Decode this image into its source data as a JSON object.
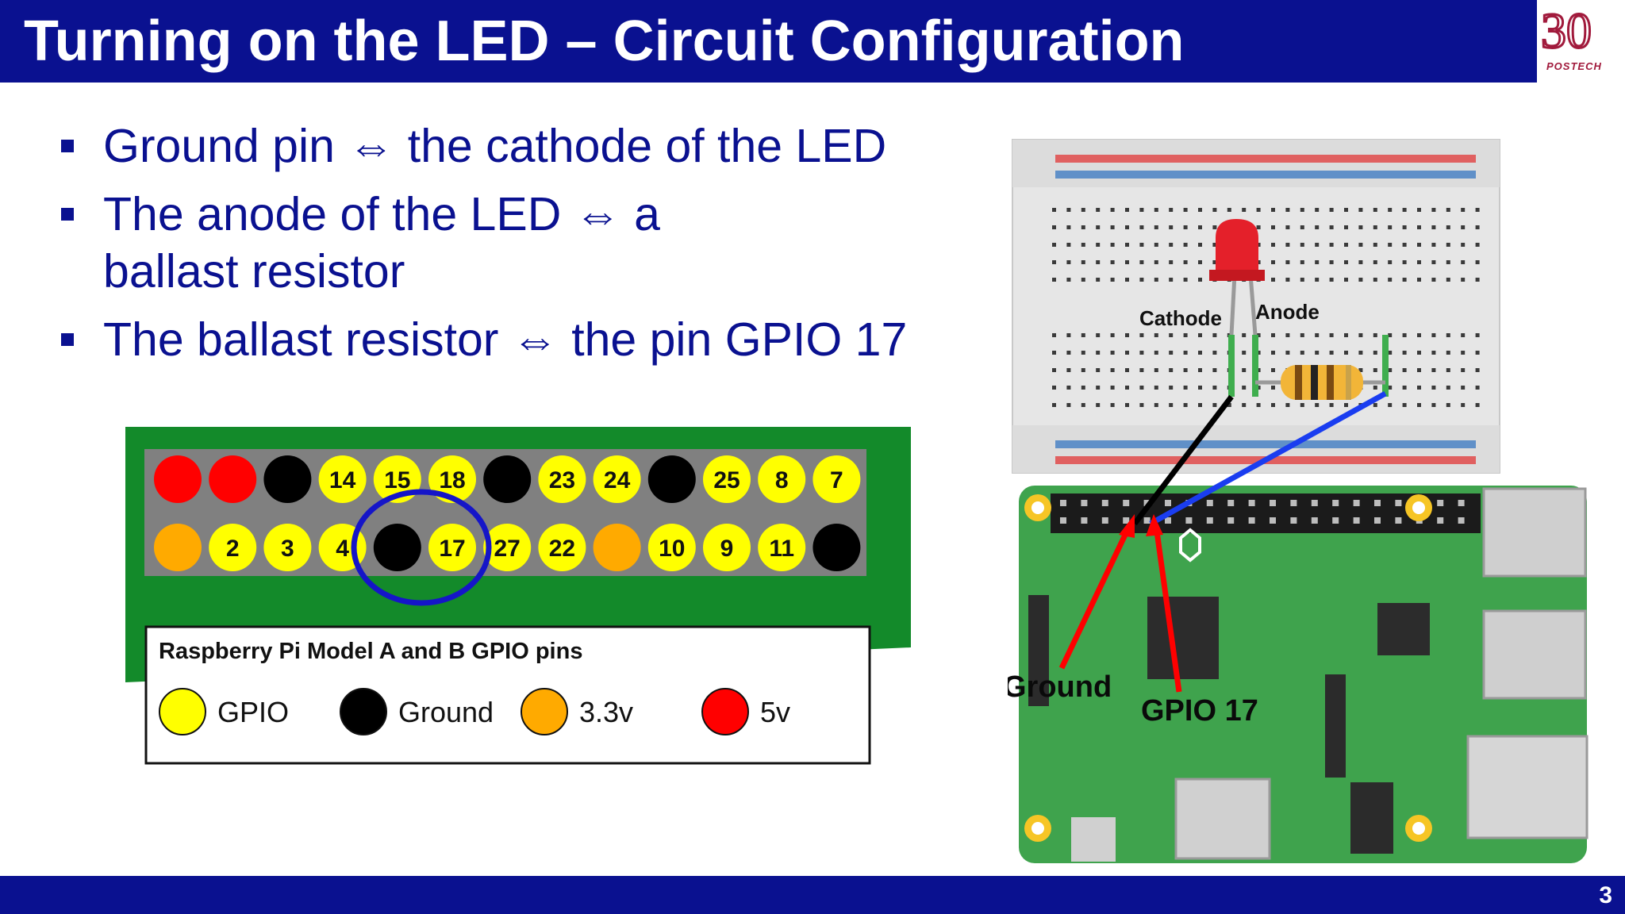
{
  "slide": {
    "title": "Turning on the LED – Circuit Configuration",
    "page_number": "3",
    "logo": {
      "numeral": "30",
      "name": "POSTECH"
    },
    "bullets": [
      "Ground pin ⇔ the cathode of the LED",
      "The anode of the LED ⇔ a ballast resistor",
      "The ballast resistor ⇔ the pin GPIO 17"
    ]
  },
  "gpio_diagram": {
    "top_row": [
      {
        "label": "",
        "type": "5v"
      },
      {
        "label": "",
        "type": "5v"
      },
      {
        "label": "",
        "type": "ground"
      },
      {
        "label": "14",
        "type": "gpio"
      },
      {
        "label": "15",
        "type": "gpio"
      },
      {
        "label": "18",
        "type": "gpio"
      },
      {
        "label": "",
        "type": "ground"
      },
      {
        "label": "23",
        "type": "gpio"
      },
      {
        "label": "24",
        "type": "gpio"
      },
      {
        "label": "",
        "type": "ground"
      },
      {
        "label": "25",
        "type": "gpio"
      },
      {
        "label": "8",
        "type": "gpio"
      },
      {
        "label": "7",
        "type": "gpio"
      }
    ],
    "bottom_row": [
      {
        "label": "",
        "type": "3.3v"
      },
      {
        "label": "2",
        "type": "gpio"
      },
      {
        "label": "3",
        "type": "gpio"
      },
      {
        "label": "4",
        "type": "gpio"
      },
      {
        "label": "",
        "type": "ground"
      },
      {
        "label": "17",
        "type": "gpio"
      },
      {
        "label": "27",
        "type": "gpio"
      },
      {
        "label": "22",
        "type": "gpio"
      },
      {
        "label": "",
        "type": "3.3v"
      },
      {
        "label": "10",
        "type": "gpio"
      },
      {
        "label": "9",
        "type": "gpio"
      },
      {
        "label": "11",
        "type": "gpio"
      },
      {
        "label": "",
        "type": "ground"
      }
    ],
    "legend_title": "Raspberry Pi Model A and B GPIO pins",
    "legend": [
      {
        "label": "GPIO",
        "type": "gpio"
      },
      {
        "label": "Ground",
        "type": "ground"
      },
      {
        "label": "3.3v",
        "type": "3.3v"
      },
      {
        "label": "5v",
        "type": "5v"
      }
    ]
  },
  "circuit_figure": {
    "labels": {
      "cathode": "Cathode",
      "anode": "Anode",
      "ground": "Ground",
      "gpio17": "GPIO 17"
    }
  },
  "colors": {
    "brand_blue": "#0a1190",
    "gpio": "#ffff00",
    "ground": "#000000",
    "3.3v": "#ffaa00",
    "5v": "#ff0000",
    "pcb_green": "#3fa34d",
    "header_green": "#138a2a"
  }
}
